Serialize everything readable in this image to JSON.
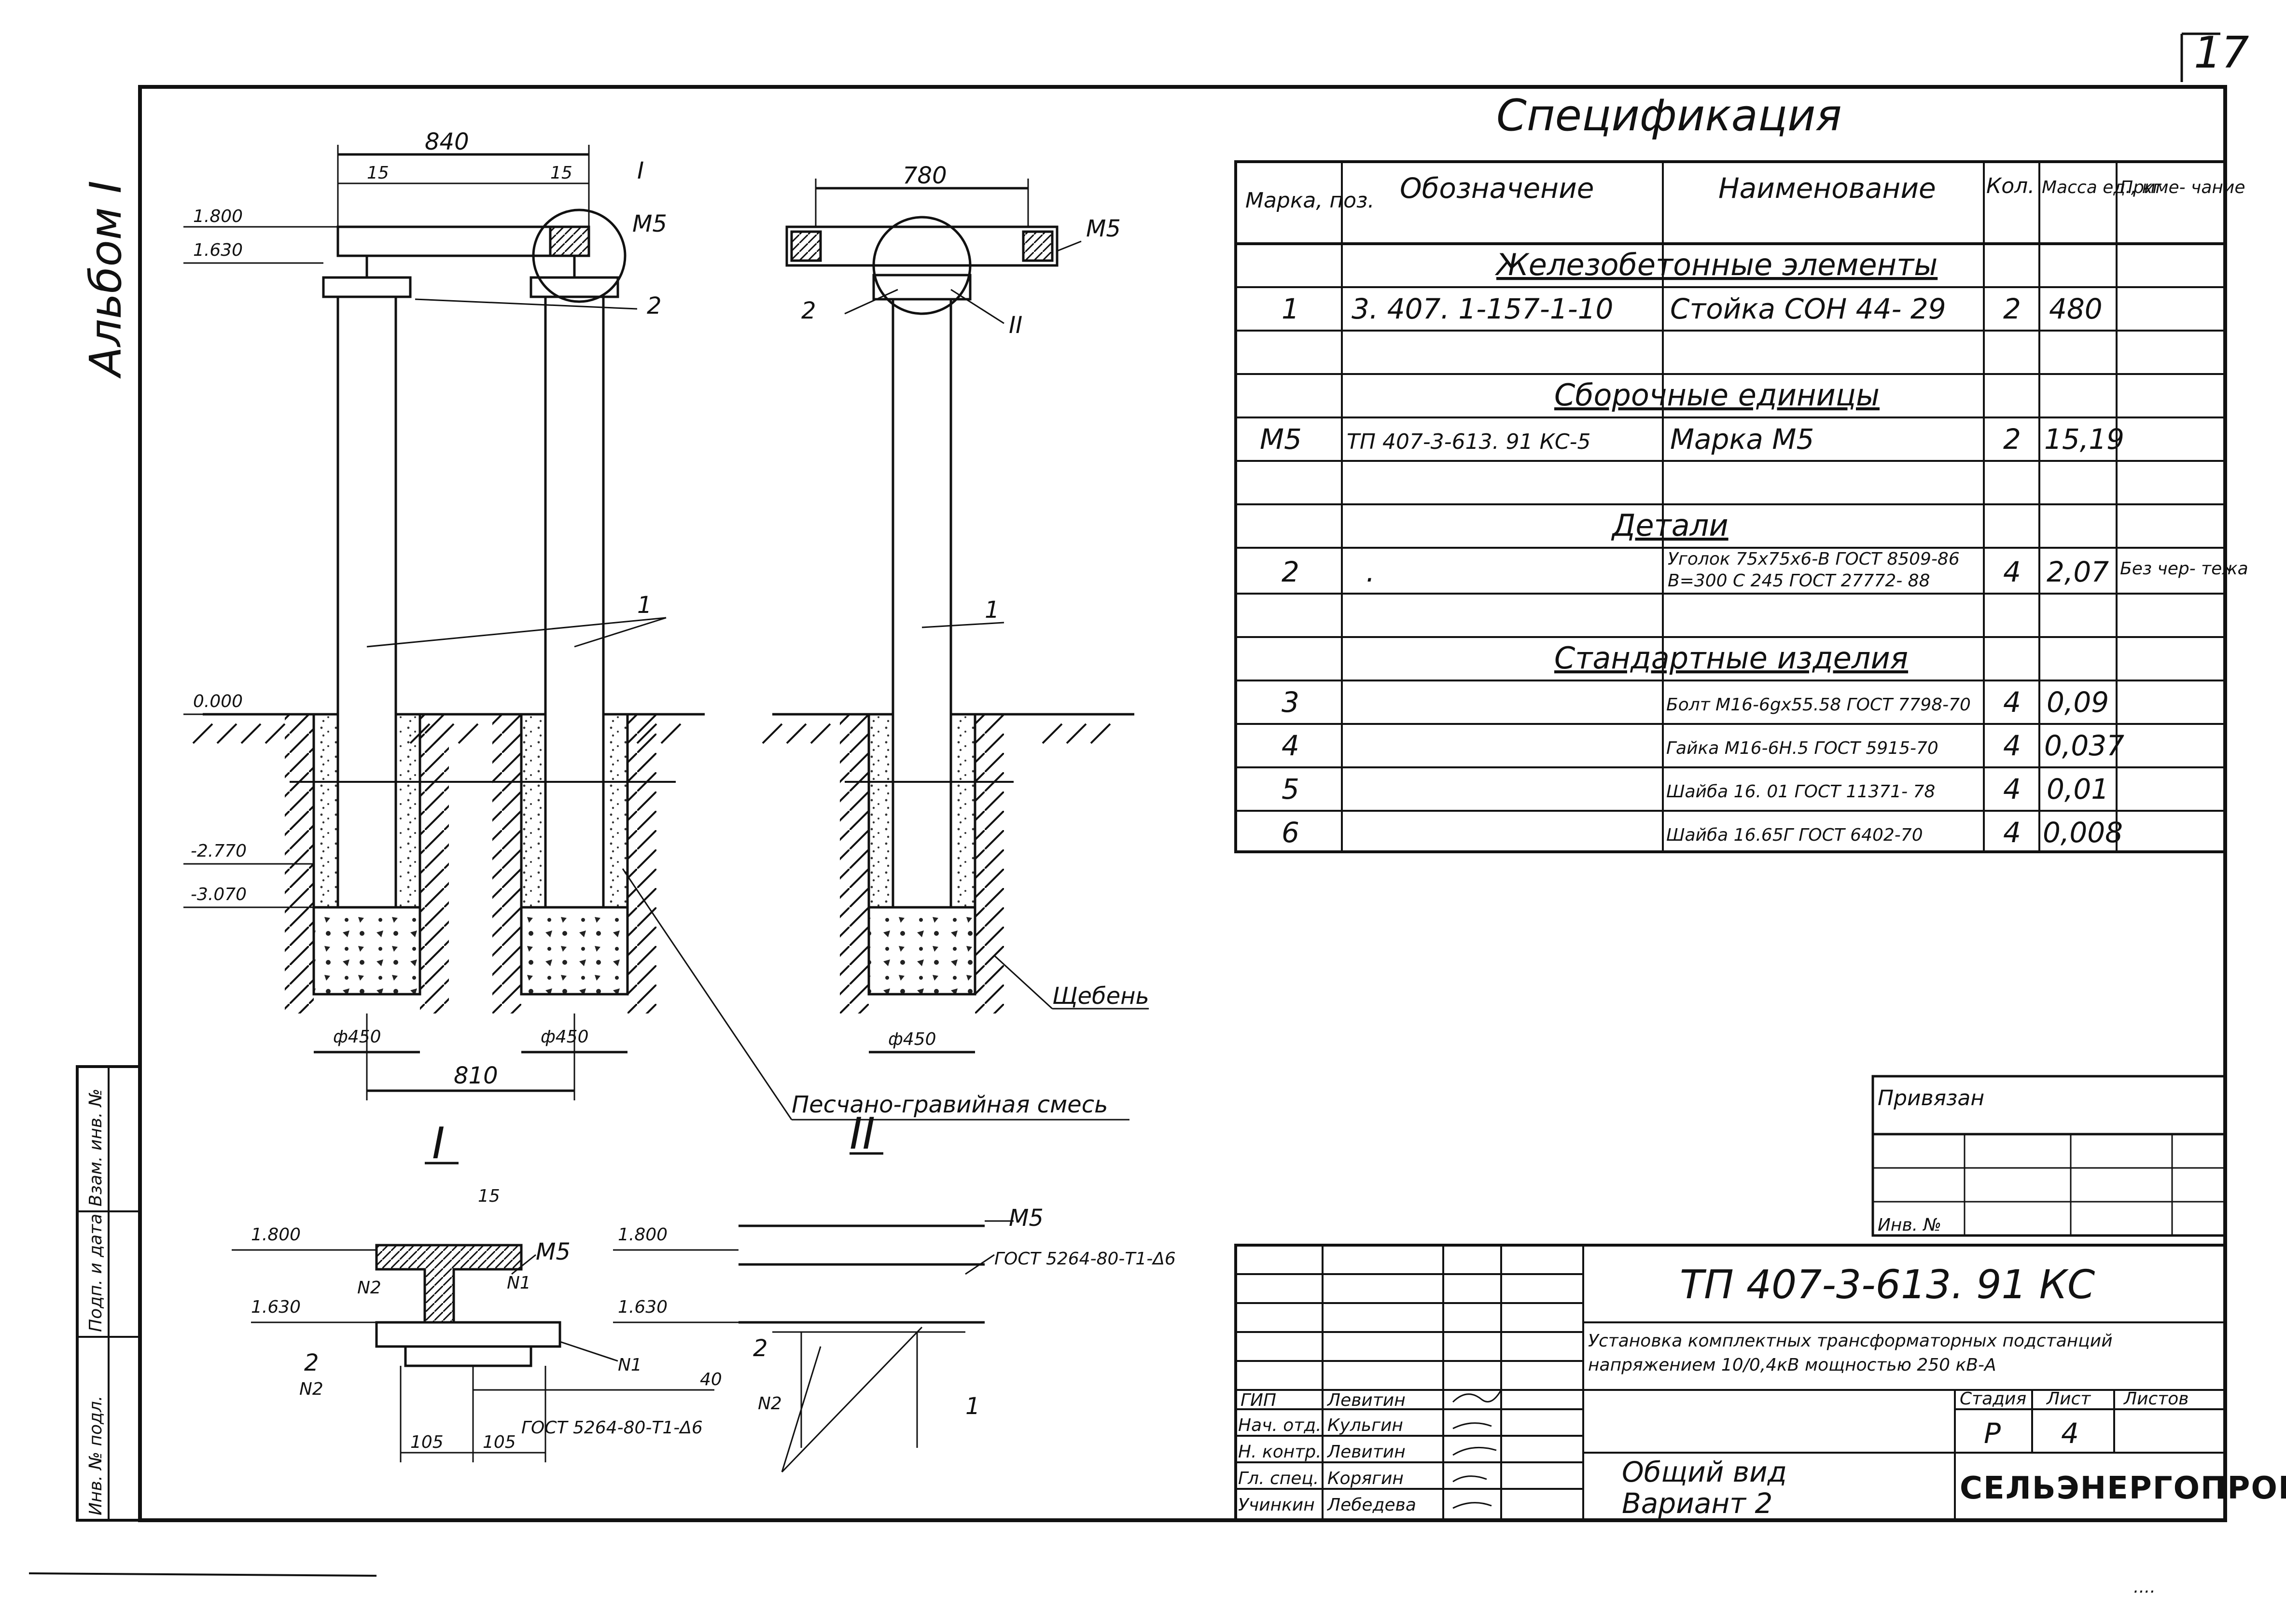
{
  "sheet": {
    "page_number": "17",
    "album": "Альбом I",
    "bottom_right_note": "...."
  },
  "spec": {
    "title": "Спецификация",
    "headers": [
      "Марка, поз.",
      "Обозначение",
      "Наименование",
      "Кол.",
      "Масса ед., кг",
      "Приме- чание"
    ],
    "sections": [
      "Железобетонные элементы",
      "Сборочные единицы",
      "Детали",
      "Стандартные изделия"
    ],
    "rows": [
      {
        "mark": "1",
        "code": "3. 407. 1-157-1-10",
        "name": "Стойка СОН 44- 29",
        "name2": "",
        "qty": "2",
        "mass": "480",
        "note": ""
      },
      {
        "mark": "М5",
        "code": "ТП 407-3-613. 91 КС-5",
        "name": "Марка  М5",
        "name2": "",
        "qty": "2",
        "mass": "15,19",
        "note": ""
      },
      {
        "mark": "2",
        "code": ".",
        "name": "Уголок 75х75х6-В ГОСТ 8509-86",
        "name2": "В=300  С 245 ГОСТ 27772- 88",
        "qty": "4",
        "mass": "2,07",
        "note": "Без чер- тежа"
      },
      {
        "mark": "3",
        "code": "",
        "name": "Болт М16-6gх55.58 ГОСТ 7798-70",
        "name2": "",
        "qty": "4",
        "mass": "0,09",
        "note": ""
      },
      {
        "mark": "4",
        "code": "",
        "name": "Гайка М16-6Н.5 ГОСТ 5915-70",
        "name2": "",
        "qty": "4",
        "mass": "0,037",
        "note": ""
      },
      {
        "mark": "5",
        "code": "",
        "name": "Шайба 16. 01 ГОСТ 11371- 78",
        "name2": "",
        "qty": "4",
        "mass": "0,01",
        "note": ""
      },
      {
        "mark": "6",
        "code": "",
        "name": "Шайба 16.65Г ГОСТ 6402-70",
        "name2": "",
        "qty": "4",
        "mass": "0,008",
        "note": ""
      }
    ]
  },
  "drawing": {
    "elevations": {
      "top": "1.800",
      "mid": "1.630",
      "ground": "0.000",
      "low1": "-2.770",
      "low2": "-3.070"
    },
    "dims": {
      "width_840": "840",
      "width_780": "780",
      "gap_810": "810",
      "d15": "15",
      "dia450": "ф450",
      "d105": "105",
      "d40": "40"
    },
    "labels": {
      "m5": "М5",
      "pos1": "1",
      "pos2": "2",
      "n1": "N1",
      "n2": "N2",
      "view1": "I",
      "view2": "II",
      "gravel": "Щебень",
      "sand_mix": "Песчано-гравийная смесь",
      "weld1": "ГОСТ 5264-80-Т1-Δ6",
      "weld2": "ГОСТ 5264-80-Т1-Δ6"
    }
  },
  "approval": {
    "label": "Привязан",
    "inv": "Инв. №"
  },
  "left_strip": [
    "Инв. № подл.",
    "Подп. и дата",
    "Взам. инв. №"
  ],
  "title_block": {
    "code": "ТП 407-3-613. 91  КС",
    "desc1": "Установка комплектных трансформаторных подстанций",
    "desc2": "напряжением 10/0,4кВ мощностью 250 кВ-А",
    "stage_h": "Стадия",
    "sheet_h": "Лист",
    "sheets_h": "Листов",
    "stage": "Р",
    "sheet": "4",
    "drawing_title1": "Общий  вид",
    "drawing_title2": "Вариант 2",
    "org": "СЕЛЬЭНЕРГОПРОЕКТ",
    "people": [
      {
        "role": "ГИП",
        "name": "Левитин"
      },
      {
        "role": "Нач. отд.",
        "name": "Кульгин"
      },
      {
        "role": "Н. контр.",
        "name": "Левитин"
      },
      {
        "role": "Гл. спец.",
        "name": "Корягин"
      },
      {
        "role": "Учинкин",
        "name": "Лебедева"
      }
    ]
  }
}
